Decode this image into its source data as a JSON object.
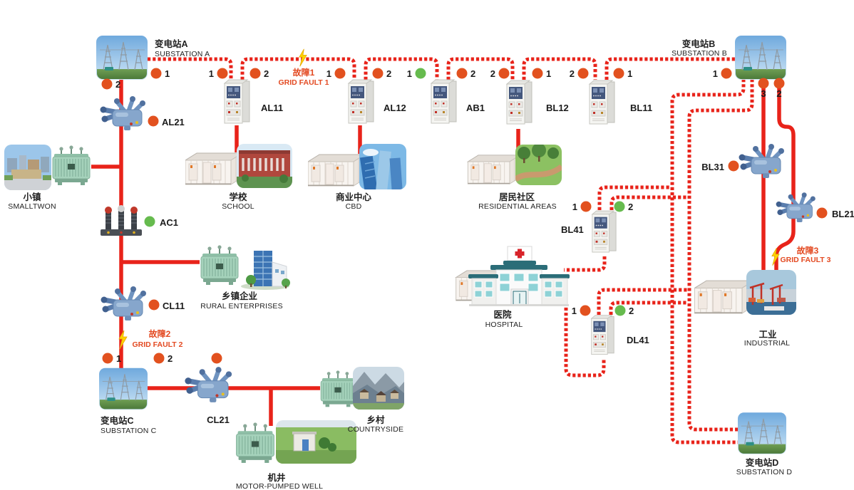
{
  "colors": {
    "line_red": "#e8231a",
    "dot_red": "#e2511f",
    "dot_green": "#66bb4e",
    "fault_red": "#e34a22",
    "text_black": "#1b1b1b"
  },
  "substations": {
    "a": {
      "zh": "变电站A",
      "en": "SUBSTATION A"
    },
    "b": {
      "zh": "变电站B",
      "en": "SUBSTATION B"
    },
    "c": {
      "zh": "变电站C",
      "en": "SUBSTATION C"
    },
    "d": {
      "zh": "变电站D",
      "en": "SUBSTATION D"
    }
  },
  "cabinets": {
    "al11": "AL11",
    "al12": "AL12",
    "ab1": "AB1",
    "bl12": "BL12",
    "bl11": "BL11",
    "bl41": "BL41",
    "dl41": "DL41"
  },
  "switches": {
    "al21": "AL21",
    "ac1": "AC1",
    "cl11": "CL11",
    "cl21": "CL21",
    "bl31": "BL31",
    "bl21": "BL21"
  },
  "loads": {
    "town": {
      "zh": "小镇",
      "en": "SMALLTWON"
    },
    "school": {
      "zh": "学校",
      "en": "SCHOOL"
    },
    "cbd": {
      "zh": "商业中心",
      "en": "CBD"
    },
    "residential": {
      "zh": "居民社区",
      "en": "RESIDENTIAL AREAS"
    },
    "rural": {
      "zh": "乡镇企业",
      "en": "RURAL ENTERPRISES"
    },
    "hospital": {
      "zh": "医院",
      "en": "HOSPITAL"
    },
    "countryside": {
      "zh": "乡村",
      "en": "COUNTRYSIDE"
    },
    "well": {
      "zh": "机井",
      "en": "MOTOR-PUMPED WELL"
    },
    "industrial": {
      "zh": "工业",
      "en": "INDUSTRIAL"
    }
  },
  "faults": {
    "f1": {
      "zh": "故障1",
      "en": "GRID FAULT 1"
    },
    "f2": {
      "zh": "故障2",
      "en": "GRID FAULT 2"
    },
    "f3": {
      "zh": "故障3",
      "en": "GRID FAULT 3"
    }
  },
  "ports": [
    {
      "id": "subA-1",
      "n": "1",
      "color": "red"
    },
    {
      "id": "subA-2",
      "n": "2",
      "color": "red"
    },
    {
      "id": "al11-1",
      "n": "1",
      "color": "red"
    },
    {
      "id": "al11-2",
      "n": "2",
      "color": "red"
    },
    {
      "id": "al12-1",
      "n": "1",
      "color": "red"
    },
    {
      "id": "al12-2",
      "n": "2",
      "color": "red"
    },
    {
      "id": "ab1-1",
      "n": "1",
      "color": "green"
    },
    {
      "id": "ab1-2",
      "n": "2",
      "color": "red"
    },
    {
      "id": "bl12-2",
      "n": "2",
      "color": "red"
    },
    {
      "id": "bl12-1",
      "n": "1",
      "color": "red"
    },
    {
      "id": "bl11-2",
      "n": "2",
      "color": "red"
    },
    {
      "id": "bl11-1",
      "n": "1",
      "color": "red"
    },
    {
      "id": "subB-1",
      "n": "1",
      "color": "red"
    },
    {
      "id": "subB-3",
      "n": "3",
      "color": "red"
    },
    {
      "id": "subB-2",
      "n": "2",
      "color": "red"
    },
    {
      "id": "bl41-1",
      "n": "1",
      "color": "red"
    },
    {
      "id": "bl41-2",
      "n": "2",
      "color": "green"
    },
    {
      "id": "dl41-1",
      "n": "1",
      "color": "red"
    },
    {
      "id": "dl41-2",
      "n": "2",
      "color": "green"
    },
    {
      "id": "subC-1",
      "n": "1",
      "color": "red"
    },
    {
      "id": "subC-2",
      "n": "2",
      "color": "red"
    },
    {
      "id": "cl21-top",
      "n": "",
      "color": "red"
    }
  ],
  "device_dots": {
    "al21": "red",
    "ac1": "green",
    "cl11": "red",
    "bl31": "red",
    "bl21": "red"
  }
}
